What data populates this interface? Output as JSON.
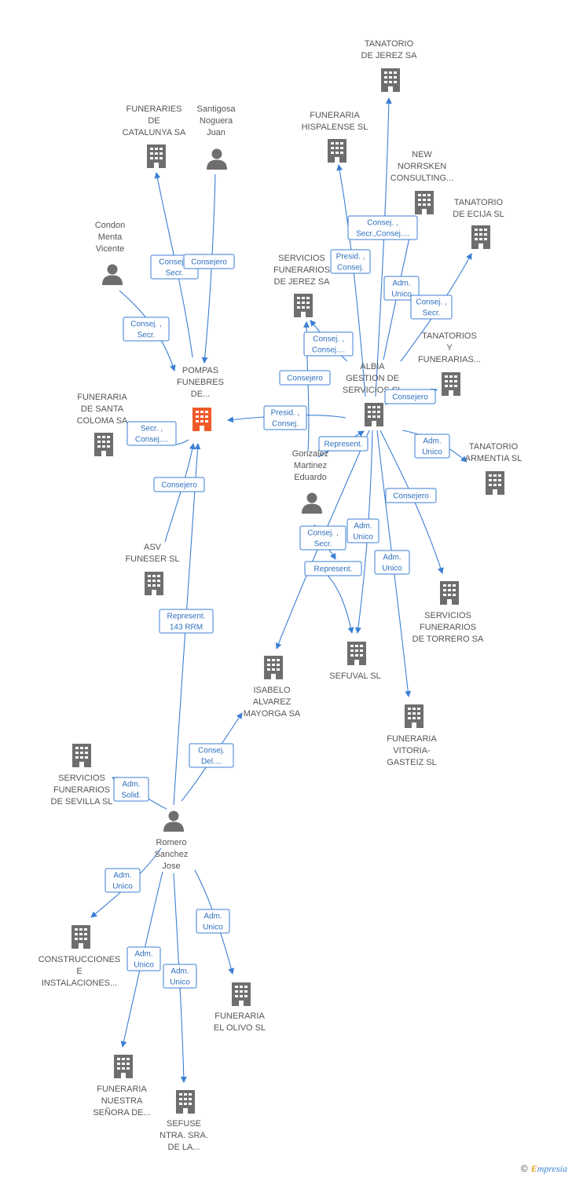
{
  "diagram": {
    "colors": {
      "edge": "#3b7fd4",
      "company": "#6e6e6e",
      "focus": "#f05a28",
      "person": "#6e6e6e",
      "label": "#555555"
    },
    "nodes": [
      {
        "id": "pompas",
        "kind": "company",
        "focus": true,
        "icon": "building-icon",
        "label": [
          "POMPAS",
          "FUNEBRES",
          "DE..."
        ]
      },
      {
        "id": "funeraries_cat",
        "kind": "company",
        "icon": "building-icon",
        "label": [
          "FUNERARIES",
          "DE",
          "CATALUNYA SA"
        ]
      },
      {
        "id": "santigosa",
        "kind": "person",
        "icon": "person-icon",
        "label": [
          "Santigosa",
          "Noguera",
          "Juan"
        ]
      },
      {
        "id": "condon",
        "kind": "person",
        "icon": "person-icon",
        "label": [
          "Condon",
          "Menta",
          "Vicente"
        ]
      },
      {
        "id": "fun_santa_coloma",
        "kind": "company",
        "icon": "building-icon",
        "label": [
          "FUNERARIA",
          "DE SANTA",
          "COLOMA SA"
        ]
      },
      {
        "id": "asv",
        "kind": "company",
        "icon": "building-icon",
        "label": [
          "ASV",
          "FUNESER SL"
        ]
      },
      {
        "id": "tanatorio_jerez",
        "kind": "company",
        "icon": "building-icon",
        "label": [
          "TANATORIO",
          "DE JEREZ SA"
        ]
      },
      {
        "id": "fun_hispalense",
        "kind": "company",
        "icon": "building-icon",
        "label": [
          "FUNERARIA",
          "HISPALENSE SL"
        ]
      },
      {
        "id": "new_norrsken",
        "kind": "company",
        "icon": "building-icon",
        "label": [
          "NEW",
          "NORRSKEN",
          "CONSULTING..."
        ]
      },
      {
        "id": "tanatorio_ecija",
        "kind": "company",
        "icon": "building-icon",
        "label": [
          "TANATORIO",
          "DE ECIJA SL"
        ]
      },
      {
        "id": "serv_fun_jerez",
        "kind": "company",
        "icon": "building-icon",
        "label": [
          "SERVICIOS",
          "FUNERARIOS",
          "DE JEREZ SA"
        ]
      },
      {
        "id": "tanatorios_y",
        "kind": "company",
        "icon": "building-icon",
        "label": [
          "TANATORIOS",
          "Y",
          "FUNERARIAS..."
        ]
      },
      {
        "id": "albia",
        "kind": "company",
        "icon": "building-icon",
        "label": [
          "ALBIA",
          "GESTION DE",
          "SERVICIOS SL"
        ]
      },
      {
        "id": "tanatorio_armentia",
        "kind": "company",
        "icon": "building-icon",
        "label": [
          "TANATORIO",
          "ARMENTIA SL"
        ]
      },
      {
        "id": "gonzalez",
        "kind": "person",
        "icon": "person-icon",
        "label": [
          "Gonzalez",
          "Martinez",
          "Eduardo"
        ]
      },
      {
        "id": "serv_fun_torrero",
        "kind": "company",
        "icon": "building-icon",
        "label": [
          "SERVICIOS",
          "FUNERARIOS",
          "DE TORRERO SA"
        ]
      },
      {
        "id": "sefuval",
        "kind": "company",
        "icon": "building-icon",
        "label": [
          "SEFUVAL SL"
        ]
      },
      {
        "id": "isabela",
        "kind": "company",
        "icon": "building-icon",
        "label": [
          "ISABELO",
          "ALVAREZ",
          "MAYORGA SA"
        ]
      },
      {
        "id": "fun_vitoria",
        "kind": "company",
        "icon": "building-icon",
        "label": [
          "FUNERARIA",
          "VITORIA-",
          "GASTEIZ SL"
        ]
      },
      {
        "id": "serv_fun_sevilla",
        "kind": "company",
        "icon": "building-icon",
        "label": [
          "SERVICIOS",
          "FUNERARIOS",
          "DE SEVILLA SL"
        ]
      },
      {
        "id": "romero",
        "kind": "person",
        "icon": "person-icon",
        "label": [
          "Romero",
          "Sanchez",
          "Jose"
        ]
      },
      {
        "id": "construcciones",
        "kind": "company",
        "icon": "building-icon",
        "label": [
          "CONSTRUCCIONES",
          "E",
          "INSTALACIONES..."
        ]
      },
      {
        "id": "fun_el_olivo",
        "kind": "company",
        "icon": "building-icon",
        "label": [
          "FUNERARIA",
          "EL OLIVO SL"
        ]
      },
      {
        "id": "fun_nuestra",
        "kind": "company",
        "icon": "building-icon",
        "label": [
          "FUNERARIA",
          "NUESTRA",
          "SEÑORA DE..."
        ]
      },
      {
        "id": "sefuse",
        "kind": "company",
        "icon": "building-icon",
        "label": [
          "SEFUSE",
          "NTRA.  SRA.",
          "DE LA..."
        ]
      }
    ],
    "edges": [
      {
        "id": "e1",
        "label": [
          "Consej. ,",
          "Secr."
        ]
      },
      {
        "id": "e2",
        "label": [
          "Consejero"
        ]
      },
      {
        "id": "e3",
        "label": [
          "Consej. ,",
          "Secr."
        ]
      },
      {
        "id": "e4",
        "label": [
          "Secr. ,",
          "Consej...."
        ]
      },
      {
        "id": "e5",
        "label": [
          "Consejero"
        ]
      },
      {
        "id": "e6",
        "label": [
          "Represent.",
          "143 RRM"
        ]
      },
      {
        "id": "e7",
        "label": [
          "Presid. ,",
          "Consej."
        ]
      },
      {
        "id": "e8",
        "label": [
          "Consej. ,",
          "Secr.,Consej...."
        ]
      },
      {
        "id": "e9",
        "label": [
          "Presid. ,",
          "Consej."
        ]
      },
      {
        "id": "e10",
        "label": [
          "Adm.",
          "Unico"
        ]
      },
      {
        "id": "e11",
        "label": [
          "Consej. ,",
          "Secr."
        ]
      },
      {
        "id": "e12",
        "label": [
          "Consej. ,",
          "Consej...."
        ]
      },
      {
        "id": "e13",
        "label": [
          "Consejero"
        ]
      },
      {
        "id": "e14",
        "label": [
          "Consejero"
        ]
      },
      {
        "id": "e15",
        "label": [
          "Represent."
        ]
      },
      {
        "id": "e16",
        "label": [
          "Adm.",
          "Unico"
        ]
      },
      {
        "id": "e17",
        "label": [
          "Consejero"
        ]
      },
      {
        "id": "e18",
        "label": [
          "Consej. ,",
          "Secr."
        ]
      },
      {
        "id": "e19",
        "label": [
          "Adm.",
          "Unico"
        ]
      },
      {
        "id": "e20",
        "label": [
          "Represent."
        ]
      },
      {
        "id": "e21",
        "label": [
          "Adm.",
          "Unico"
        ]
      },
      {
        "id": "e22",
        "label": [
          "Consej.",
          "Del...."
        ]
      },
      {
        "id": "e23",
        "label": [
          "Adm.",
          "Solid."
        ]
      },
      {
        "id": "e24",
        "label": [
          "Adm.",
          "Unico"
        ]
      },
      {
        "id": "e25",
        "label": [
          "Adm.",
          "Unico"
        ]
      },
      {
        "id": "e26",
        "label": [
          "Adm.",
          "Unico"
        ]
      },
      {
        "id": "e27",
        "label": [
          "Adm.",
          "Unico"
        ]
      }
    ]
  },
  "watermark": {
    "copyright": "©",
    "brand_initial": "E",
    "brand_rest": "mpresia"
  }
}
